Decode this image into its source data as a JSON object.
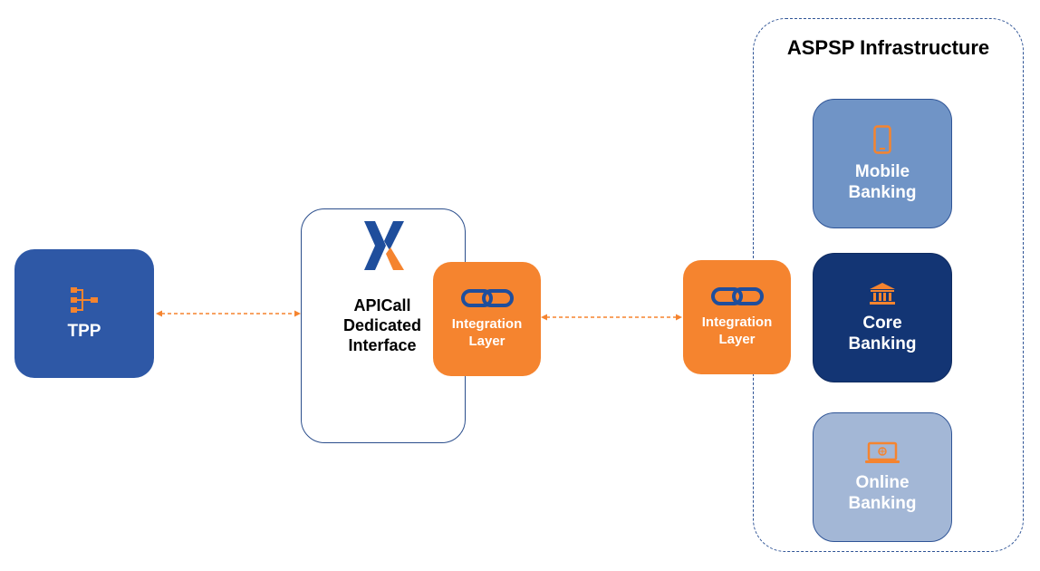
{
  "aspsp": {
    "title": "ASPSP Infrastructure"
  },
  "tpp": {
    "label": "TPP",
    "icon": "hierarchy-icon"
  },
  "apicall": {
    "label_line1": "APICall",
    "label_line2": "Dedicated",
    "label_line3": "Interface",
    "icon": "apicall-logo"
  },
  "integration_left": {
    "label_line1": "Integration",
    "label_line2": "Layer",
    "icon": "chain-link-icon"
  },
  "integration_right": {
    "label_line1": "Integration",
    "label_line2": "Layer",
    "icon": "chain-link-icon"
  },
  "mobile_banking": {
    "label_line1": "Mobile",
    "label_line2": "Banking",
    "icon": "smartphone-icon"
  },
  "core_banking": {
    "label_line1": "Core",
    "label_line2": "Banking",
    "icon": "bank-building-icon"
  },
  "online_banking": {
    "label_line1": "Online",
    "label_line2": "Banking",
    "icon": "laptop-icon"
  },
  "colors": {
    "orange": "#f5842f",
    "tpp_blue": "#2e58a6",
    "mobile_blue": "#7094c6",
    "core_navy": "#133574",
    "online_light_blue": "#a3b7d6",
    "link_blue": "#1f4e9c",
    "border_blue": "#2f5496"
  }
}
